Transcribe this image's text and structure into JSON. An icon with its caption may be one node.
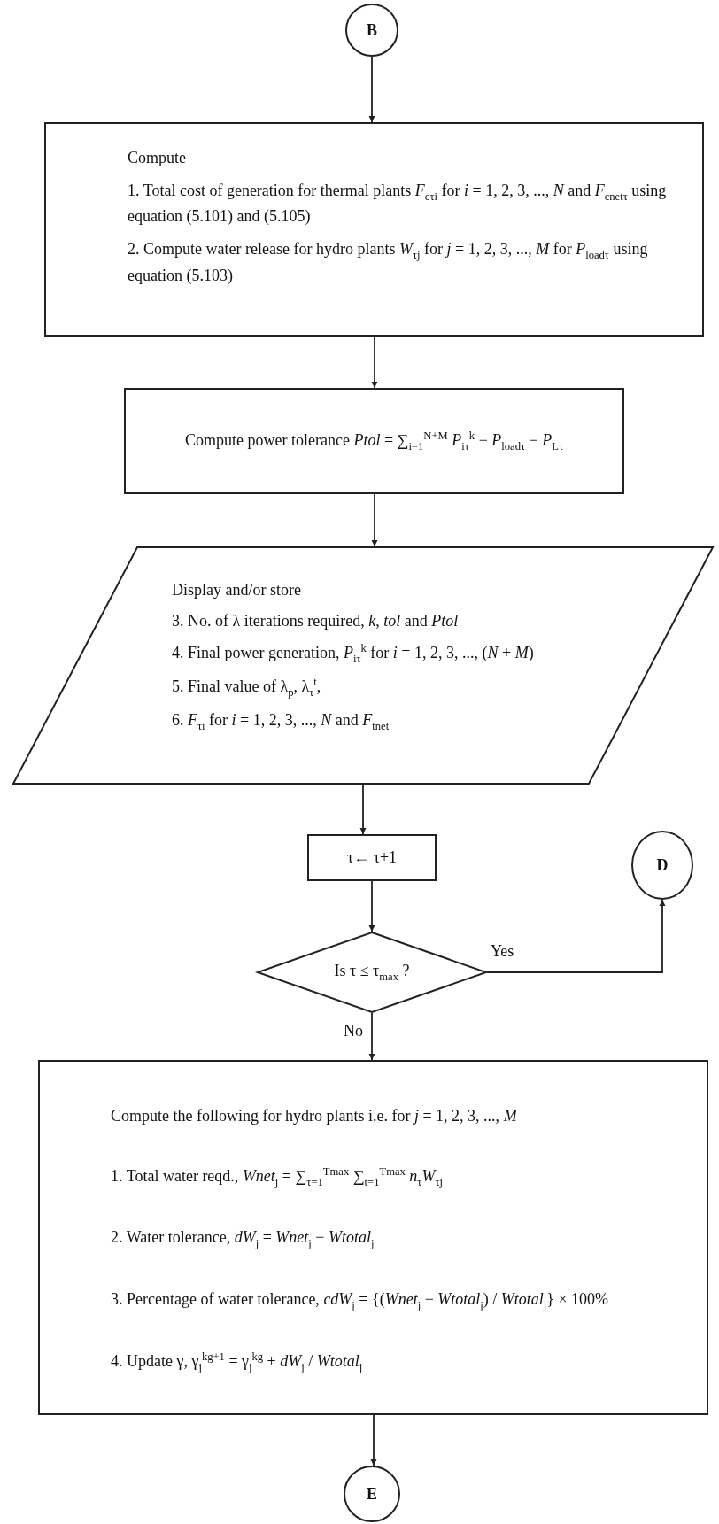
{
  "diagram": {
    "nodes": [
      {
        "text": [
          "B"
        ]
      },
      {
        "text": [
          "Compute",
          "1. Total cost of generation for thermal plants *F*$_{cτi}$ for *i* = 1, 2, 3, ..., *N* and *F*$_{cnetτ}$ using equation (5.101) and (5.105)",
          "2. Compute water release for hydro plants *W*$_{τj}$ for *j* = 1, 2, 3, ..., *M* for *P*$_{loadτ}$ using equation (5.103)"
        ]
      },
      {
        "text": [
          "Compute power tolerance *Ptol* = ∑$_{i=1}$$^{N+M}$ *P*$_{iτ}$$^{k}$ − *P*$_{loadτ}$ − *P*$_{Lτ}$"
        ]
      },
      {
        "text": [
          "Display and/or store",
          "3. No. of λ iterations required, *k*, *tol* and *Ptol*",
          "4. Final power generation, *P*$_{iτ}$$^{k}$ for *i* = 1, 2, 3, ..., (*N* + *M*)",
          "5. Final value of λ$_{p}$, λ$_{τ}$$^{t}$,",
          "6. *F*$_{τi}$ for *i* = 1, 2, 3, ..., *N* and *F*$_{tnet}$"
        ]
      },
      {
        "text": [
          "τ← τ+1"
        ]
      },
      {
        "text": [
          "Is τ ≤ τ$_{max}$ ?"
        ]
      },
      {
        "text": [
          "D"
        ]
      },
      {
        "text": [
          "Compute the following for hydro plants i.e. for *j* = 1, 2, 3, ..., *M*",
          "1. Total water reqd., *Wnet*$_{j}$ = ∑$_{τ=1}$$^{Tmax}$ ∑$_{t=1}$$^{Tmax}$ *n*$_{τ}$*W*$_{τj}$",
          "2. Water tolerance, *dW*$_{j}$ = *Wnet*$_{j}$ − *Wtotal*$_{j}$",
          "3. Percentage of water tolerance, *cdW*$_{j}$ = {(*Wnet*$_{j}$ − *Wtotal*$_{j}$) / *Wtotal*$_{j}$} × 100%",
          "4. Update γ, γ$_{j}$$^{kg+1}$ = γ$_{j}$$^{kg}$ + *dW*$_{j}$ / *Wtotal*$_{j}$"
        ]
      },
      {
        "text": [
          "E"
        ]
      }
    ],
    "edges": [
      {
        "from": 0,
        "to": 1,
        "arrow": "to"
      },
      {
        "from": 1,
        "to": 2,
        "arrow": "to"
      },
      {
        "from": 2,
        "to": 3,
        "arrow": "to"
      },
      {
        "from": 3,
        "to": 4,
        "arrow": "to"
      },
      {
        "from": 4,
        "to": 5,
        "arrow": "to"
      },
      {
        "from": 5,
        "to": 6,
        "arrow": "to",
        "label": "Yes"
      },
      {
        "from": 5,
        "to": 7,
        "arrow": "to",
        "label": "No"
      },
      {
        "from": 7,
        "to": 8,
        "arrow": "to"
      }
    ]
  }
}
